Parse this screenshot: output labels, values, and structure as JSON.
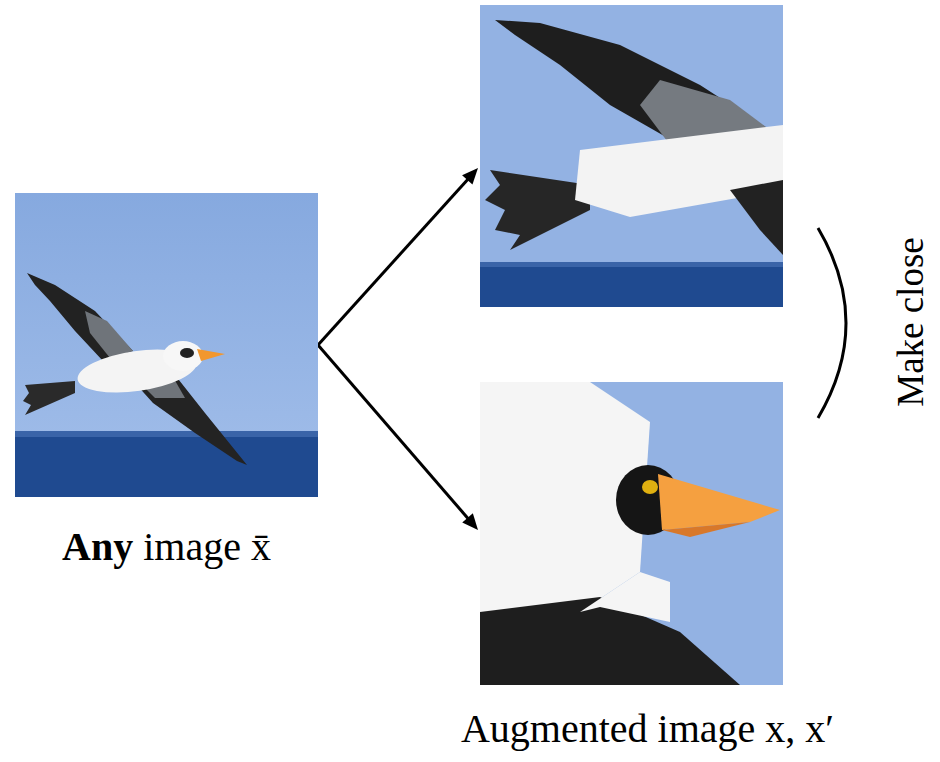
{
  "diagram": {
    "nodes": [
      {
        "text": [
          "Any image x̄"
        ]
      },
      {
        "text": [
          "Augmented image x, x′"
        ]
      }
    ],
    "edges": [
      {
        "from": 0,
        "to": 1,
        "arrow": "to"
      },
      {
        "from": 0,
        "to": 1,
        "arrow": "to"
      }
    ],
    "labels": [
      "Make close"
    ]
  }
}
